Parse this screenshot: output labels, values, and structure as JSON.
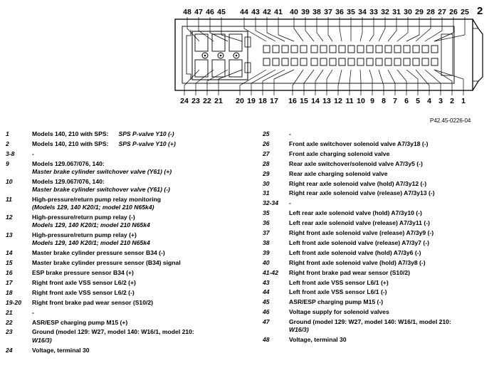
{
  "connector": {
    "number": "2",
    "top_pins": [
      "48",
      "47",
      "46",
      "45",
      "44",
      "43",
      "42",
      "41",
      "40",
      "39",
      "38",
      "37",
      "36",
      "35",
      "34",
      "33",
      "32",
      "31",
      "30",
      "29",
      "28",
      "27",
      "26",
      "25"
    ],
    "bottom_pins": [
      "24",
      "23",
      "22",
      "21",
      "20",
      "19",
      "18",
      "17",
      "16",
      "15",
      "14",
      "13",
      "12",
      "11",
      "10",
      "9",
      "8",
      "7",
      "6",
      "5",
      "4",
      "3",
      "2",
      "1"
    ]
  },
  "figure_code": "P42.45-0226-04",
  "legend_left": [
    {
      "pin": "1",
      "a": "Models 140, 210 with SPS:",
      "b": "SPS P-valve Y10 (-)"
    },
    {
      "pin": "2",
      "a": "Models 140, 210 with SPS:",
      "b": "SPS P-valve Y10 (+)"
    },
    {
      "pin": "3-8",
      "a": "-"
    },
    {
      "pin": "9",
      "a": "Models 129.067/076, 140:",
      "line2": "Master brake cylinder switchover valve (Y61) (+)"
    },
    {
      "pin": "10",
      "a": "Models 129.067/076, 140:",
      "line2": "Master brake cylinder switchover valve (Y61) (-)"
    },
    {
      "pin": "11",
      "a": "High-pressure/return pump relay monitoring",
      "line2": "(Models 129, 140 K20/1; model 210 N65k4)"
    },
    {
      "pin": "12",
      "a": "High-pressure/return pump relay (-)",
      "line2": "Models 129, 140 K20/1; model 210 N65k4"
    },
    {
      "pin": "13",
      "a": "High-pressure/return pump relay (+)",
      "line2": "Models 129, 140 K20/1; model 210 N65k4"
    },
    {
      "pin": "14",
      "a": "Master brake cylinder pressure sensor B34 (-)"
    },
    {
      "pin": "15",
      "a": "Master brake cylinder pressure sensor (B34) signal"
    },
    {
      "pin": "16",
      "a": "ESP brake pressure sensor B34 (+)"
    },
    {
      "pin": "17",
      "a": "Right front axle VSS sensor L6/2 (+)"
    },
    {
      "pin": "18",
      "a": "Right front axle VSS sensor L6/2 (-)"
    },
    {
      "pin": "19-20",
      "a": "Right front brake pad wear sensor (S10/2)"
    },
    {
      "pin": "21",
      "a": "-"
    },
    {
      "pin": "22",
      "a": "ASR/ESP charging pump M15 (+)"
    },
    {
      "pin": "23",
      "a": "Ground (model 129: W27, model 140: W16/1, model 210:",
      "line2": "W16/3)"
    },
    {
      "pin": "24",
      "a": "Voltage, terminal 30"
    }
  ],
  "legend_right": [
    {
      "pin": "25",
      "a": "-"
    },
    {
      "pin": "26",
      "a": "Front axle switchover solenoid valve A7/3y18 (-)"
    },
    {
      "pin": "27",
      "a": "Front axle charging solenoid valve"
    },
    {
      "pin": "28",
      "a": "Rear axle switchover/solenoid valve A7/3y5 (-)"
    },
    {
      "pin": "29",
      "a": "Rear axle charging solenoid valve"
    },
    {
      "pin": "30",
      "a": "Right rear axle solenoid valve (hold) A7/3y12 (-)"
    },
    {
      "pin": "31",
      "a": "Right rear axle solenoid valve (release) A7/3y13 (-)"
    },
    {
      "pin": "32-34",
      "a": "-"
    },
    {
      "pin": "35",
      "a": "Left rear axle solenoid valve (hold) A7/3y10 (-)"
    },
    {
      "pin": "36",
      "a": "Left rear axle solenoid valve (release) A7/3y11 (-)"
    },
    {
      "pin": "37",
      "a": "Right front axle solenoid valve (release) A7/3y9 (-)"
    },
    {
      "pin": "38",
      "a": "Left front axle solenoid valve (release) A7/3y7 (-)"
    },
    {
      "pin": "39",
      "a": "Left front axle solenoid valve (hold) A7/3y6 (-)"
    },
    {
      "pin": "40",
      "a": "Right front axle solenoid valve (hold) A7/3y8 (-)"
    },
    {
      "pin": "41-42",
      "a": "Right front brake pad wear sensor (S10/2)"
    },
    {
      "pin": "43",
      "a": "Left front axle VSS sensor L6/1 (+)"
    },
    {
      "pin": "44",
      "a": "Left front axle VSS sensor L6/1 (-)"
    },
    {
      "pin": "45",
      "a": "ASR/ESP charging pump M15 (-)"
    },
    {
      "pin": "46",
      "a": "Voltage supply for solenoid valves"
    },
    {
      "pin": "47",
      "a": "Ground (model 129: W27, model 140: W16/1, model 210:",
      "line2": "W16/3)"
    },
    {
      "pin": "48",
      "a": "Voltage, terminal 30"
    }
  ]
}
